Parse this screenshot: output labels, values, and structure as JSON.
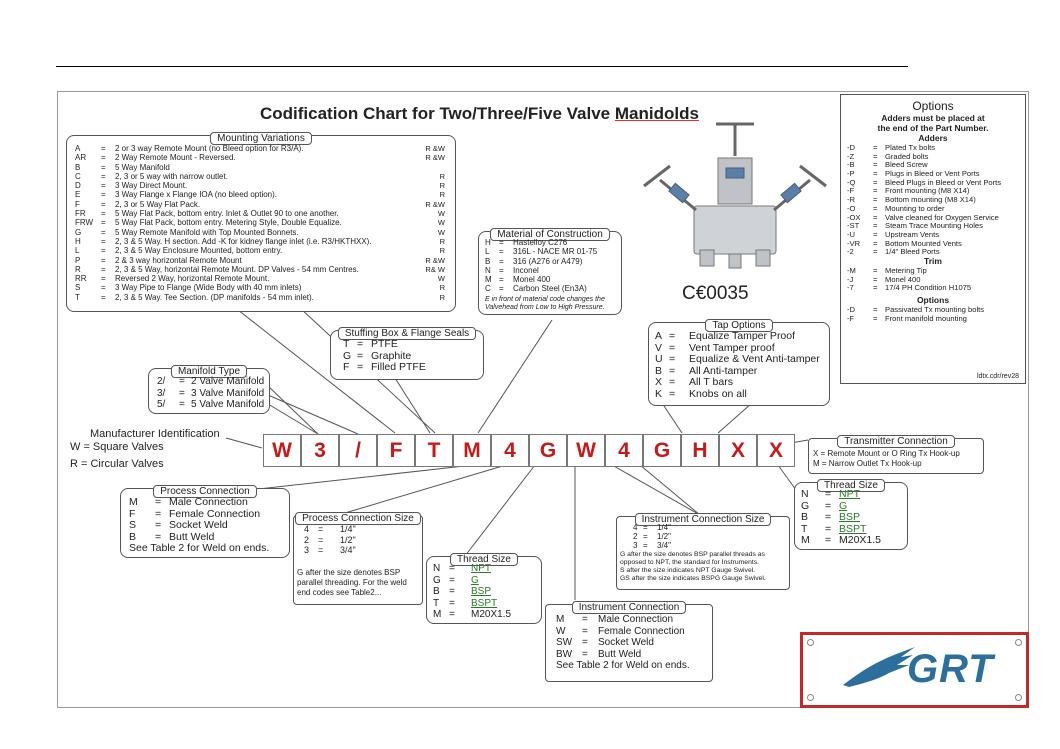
{
  "title_main": "Codification Chart for Two/Three/Five Valve ",
  "title_last": "Manidolds",
  "mounting": {
    "header": "Mounting Variations",
    "rows": [
      {
        "code": "A",
        "eq": "=",
        "desc": "2 or 3 way Remote Mount (no Bleed option for R3/A).",
        "flag": "R &W"
      },
      {
        "code": "AR",
        "eq": "=",
        "desc": "2 Way Remote Mount - Reversed.",
        "flag": "R &W"
      },
      {
        "code": "B",
        "eq": "=",
        "desc": "5 Way Manifold",
        "flag": ""
      },
      {
        "code": "C",
        "eq": "=",
        "desc": "2, 3 or 5 way with narrow outlet.",
        "flag": "R"
      },
      {
        "code": "D",
        "eq": "=",
        "desc": "3 Way Direct Mount.",
        "flag": "R"
      },
      {
        "code": "E",
        "eq": "=",
        "desc": "3 Way Flange x Flange IOA (no bleed option).",
        "flag": "R"
      },
      {
        "code": "F",
        "eq": "=",
        "desc": "2, 3 or 5 Way Flat Pack.",
        "flag": "R &W"
      },
      {
        "code": "FR",
        "eq": "=",
        "desc": "5 Way Flat Pack, bottom entry. Inlet & Outlet 90 to one another.",
        "flag": "W"
      },
      {
        "code": "FRW",
        "eq": "=",
        "desc": "5 Way Flat Pack, bottom entry. Metering Style, Double Equalize.",
        "flag": "W"
      },
      {
        "code": "G",
        "eq": "=",
        "desc": "5 Way Remote Manifold with Top Mounted Bonnets.",
        "flag": "W"
      },
      {
        "code": "H",
        "eq": "=",
        "desc": "2, 3 & 5 Way. H section. Add -K for kidney flange inlet (i.e. R3/HKTHXX).",
        "flag": "R"
      },
      {
        "code": "L",
        "eq": "=",
        "desc": "2, 3 & 5 Way Enclosure Mounted, bottom entry.",
        "flag": "R"
      },
      {
        "code": "P",
        "eq": "=",
        "desc": "2 & 3 way horizontal Remote Mount",
        "flag": "R &W"
      },
      {
        "code": "R",
        "eq": "=",
        "desc": "2, 3 & 5 Way, horizontal Remote Mount. DP Valves - 54 mm Centres.",
        "flag": "R& W"
      },
      {
        "code": "RR",
        "eq": "=",
        "desc": "Reversed 2 Way, horizontal Remote Mount.",
        "flag": "W"
      },
      {
        "code": "S",
        "eq": "=",
        "desc": "3 Way Pipe to Flange (Wide Body with 40 mm inlets)",
        "flag": "R"
      },
      {
        "code": "T",
        "eq": "=",
        "desc": "2, 3 & 5 Way. Tee Section. (DP manifolds - 54 mm inlet).",
        "flag": "R"
      }
    ]
  },
  "material": {
    "header": "Material of Construction",
    "rows": [
      {
        "code": "H",
        "eq": "=",
        "desc": "Hastelloy C276"
      },
      {
        "code": "L",
        "eq": "=",
        "desc": "316L - NACE MR 01-75"
      },
      {
        "code": "B",
        "eq": "=",
        "desc": "316 (A276 or A479)"
      },
      {
        "code": "N",
        "eq": "=",
        "desc": "Inconel"
      },
      {
        "code": "M",
        "eq": "=",
        "desc": "Monel 400"
      },
      {
        "code": "C",
        "eq": "=",
        "desc": "Carbon Steel (En3A)"
      }
    ],
    "note1": "E in front of material code changes the",
    "note2": "Valvehead from Low to High Pressure."
  },
  "stuffing": {
    "header": "Stuffing Box & Flange Seals",
    "rows": [
      {
        "code": "T",
        "eq": "=",
        "desc": "PTFE"
      },
      {
        "code": "G",
        "eq": "=",
        "desc": "Graphite"
      },
      {
        "code": "F",
        "eq": "=",
        "desc": "Filled PTFE"
      }
    ]
  },
  "manifold_type": {
    "header": "Manifold Type",
    "rows": [
      {
        "code": "2/",
        "eq": "=",
        "desc": "2 Valve Manifold"
      },
      {
        "code": "3/",
        "eq": "=",
        "desc": "3 Valve Manifold"
      },
      {
        "code": "5/",
        "eq": "=",
        "desc": "5 Valve Manifold"
      }
    ]
  },
  "manufacturer": {
    "label": "Manufacturer Identification",
    "w": "W = Square Valves",
    "r": "R = Circular Valves"
  },
  "code_chars": [
    "W",
    "3",
    "/",
    "F",
    "T",
    "M",
    "4",
    "G",
    "W",
    "4",
    "G",
    "H",
    "X",
    "X"
  ],
  "tap": {
    "header": "Tap Options",
    "rows": [
      {
        "code": "A",
        "eq": "=",
        "desc": "Equalize Tamper Proof"
      },
      {
        "code": "V",
        "eq": "=",
        "desc": "Vent Tamper proof"
      },
      {
        "code": "U",
        "eq": "=",
        "desc": "Equalize & Vent Anti-tamper"
      },
      {
        "code": "B",
        "eq": "=",
        "desc": "All Anti-tamper"
      },
      {
        "code": "X",
        "eq": "=",
        "desc": "All T bars"
      },
      {
        "code": "K",
        "eq": "=",
        "desc": "Knobs on all"
      }
    ]
  },
  "transmitter": {
    "header": "Transmitter Connection",
    "line1": "X = Remote Mount or  O Ring Tx Hook-up",
    "line2": "M = Narrow Outlet Tx Hook-up"
  },
  "thread_right": {
    "header": "Thread Size",
    "rows": [
      {
        "code": "N",
        "eq": "=",
        "desc": "NPT"
      },
      {
        "code": "G",
        "eq": "=",
        "desc": "G"
      },
      {
        "code": "B",
        "eq": "=",
        "desc": "BSP"
      },
      {
        "code": "T",
        "eq": "=",
        "desc": "BSPT"
      },
      {
        "code": "M",
        "eq": "=",
        "desc": "M20X1.5"
      }
    ]
  },
  "process_conn": {
    "header": "Process Connection",
    "rows": [
      {
        "code": "M",
        "eq": "=",
        "desc": "Male Connection"
      },
      {
        "code": "F",
        "eq": "=",
        "desc": "Female Connection"
      },
      {
        "code": "S",
        "eq": "=",
        "desc": "Socket Weld"
      },
      {
        "code": "B",
        "eq": "=",
        "desc": "Butt Weld"
      }
    ],
    "footer": "See Table 2 for Weld on ends."
  },
  "process_size": {
    "header": "Process Connection Size",
    "rows": [
      {
        "code": "4",
        "eq": "=",
        "desc": "1/4\""
      },
      {
        "code": "2",
        "eq": "=",
        "desc": "1/2\""
      },
      {
        "code": "3",
        "eq": "=",
        "desc": "3/4\""
      }
    ],
    "note1": "G after the size denotes BSP",
    "note2": "parallel threading. For the weld",
    "note3": "end codes see Table2..."
  },
  "thread_mid": {
    "header": "Thread Size",
    "rows": [
      {
        "code": "N",
        "eq": "=",
        "desc": "NPT"
      },
      {
        "code": "G",
        "eq": "=",
        "desc": "G"
      },
      {
        "code": "B",
        "eq": "=",
        "desc": "BSP"
      },
      {
        "code": "T",
        "eq": "=",
        "desc": "BSPT"
      },
      {
        "code": "M",
        "eq": "=",
        "desc": "M20X1.5"
      }
    ]
  },
  "instr_size": {
    "header": "Instrument Connection Size",
    "rows": [
      {
        "code": "4",
        "eq": "=",
        "desc": "1/4\""
      },
      {
        "code": "2",
        "eq": "=",
        "desc": "1/2\""
      },
      {
        "code": "3",
        "eq": "=",
        "desc": "3/4\""
      }
    ],
    "note1": "G after the size denotes BSP parallel threads as",
    "note2": "opposed to NPT, the standard for Instruments.",
    "note3": "S after the size indicates NPT Gauge Swivel.",
    "note4": "GS after the size indicates BSPG Gauge Swivel."
  },
  "instr_conn": {
    "header": "Instrument Connection",
    "rows": [
      {
        "code": "M",
        "eq": "=",
        "desc": "Male Connection"
      },
      {
        "code": "W",
        "eq": "=",
        "desc": "Female Connection"
      },
      {
        "code": "SW",
        "eq": "=",
        "desc": "Socket Weld"
      },
      {
        "code": "BW",
        "eq": "=",
        "desc": "Butt Weld"
      }
    ],
    "footer": "See Table 2 for Weld on ends."
  },
  "ce_mark": "C€0035",
  "options": {
    "title": "Options",
    "sub1": "Adders must be placed at",
    "sub2": "the end of the Part Number.",
    "adders_label": "Adders",
    "adders": [
      {
        "code": "-D",
        "desc": "Plated Tx  bolts"
      },
      {
        "code": "-Z",
        "desc": "Graded bolts"
      },
      {
        "code": "-B",
        "desc": "Bleed Screw"
      },
      {
        "code": "-P",
        "desc": "Plugs in Bleed or Vent Ports"
      },
      {
        "code": "-Q",
        "desc": "Bleed Plugs in Bleed or Vent Ports"
      },
      {
        "code": "-F",
        "desc": "Front mounting (M8 X14)"
      },
      {
        "code": "-R",
        "desc": "Bottom mounting (M8 X14)"
      },
      {
        "code": "-O",
        "desc": "Mounting to order"
      },
      {
        "code": "-OX",
        "desc": "Valve cleaned for Oxygen Service"
      },
      {
        "code": "-ST",
        "desc": "Steam Trace Mounting Holes"
      },
      {
        "code": "-U",
        "desc": "Upstream Vents"
      },
      {
        "code": "-VR",
        "desc": "Bottom Mounted Vents"
      },
      {
        "code": "-2",
        "desc": "1/4\" Bleed Ports"
      }
    ],
    "trim_label": "Trim",
    "trim": [
      {
        "code": "-M",
        "desc": "Metering Tip"
      },
      {
        "code": "-J",
        "desc": "Monel 400"
      },
      {
        "code": "-7",
        "desc": "17/4 PH Condition  H1075"
      }
    ],
    "options_label": "Options",
    "opts": [
      {
        "code": "-D",
        "desc": "Passivated Tx mounting bolts"
      },
      {
        "code": "-F",
        "desc": "Front manifold mounting"
      }
    ],
    "ref": "ldtx.cdr/rev28"
  },
  "logo_text": "GRT",
  "colors": {
    "code_red": "#c41a1a",
    "logo_blue": "#2c6f9c",
    "logo_border": "#c02a2a"
  }
}
